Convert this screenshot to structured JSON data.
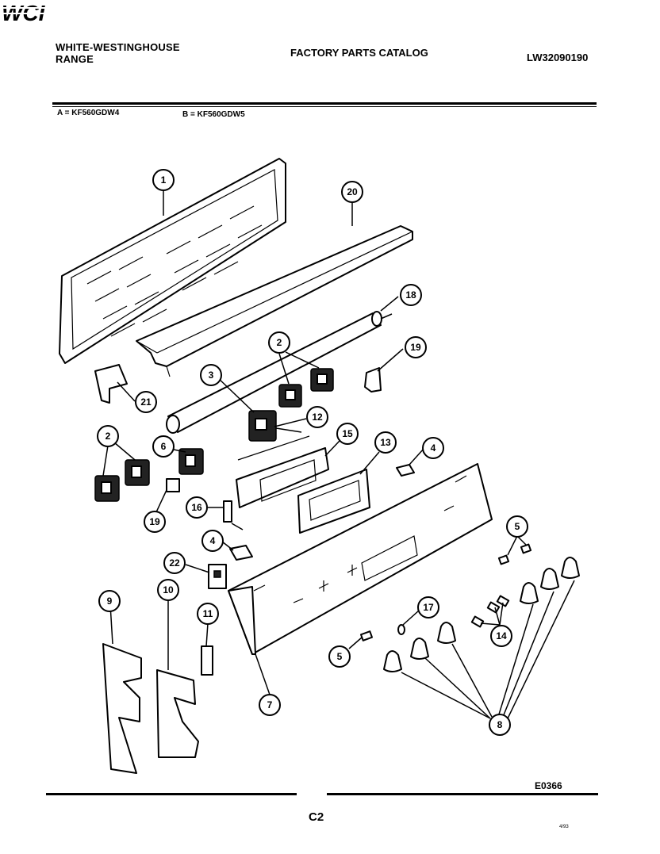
{
  "header": {
    "brand_line1": "WHITE-WESTINGHOUSE",
    "brand_line2": "RANGE",
    "logo_text": "WCI",
    "catalog_title": "FACTORY PARTS CATALOG",
    "doc_id": "LW32090190"
  },
  "models": {
    "a": "A = KF560GDW4",
    "b": "B = KF560GDW5"
  },
  "callouts": [
    "1",
    "20",
    "18",
    "2",
    "19",
    "3",
    "12",
    "21",
    "2",
    "6",
    "15",
    "13",
    "4",
    "19",
    "16",
    "4",
    "22",
    "5",
    "9",
    "10",
    "11",
    "17",
    "14",
    "5",
    "7",
    "8"
  ],
  "footer": {
    "figure_code": "E0366",
    "page": "C2",
    "corner_mark": "4/93"
  }
}
